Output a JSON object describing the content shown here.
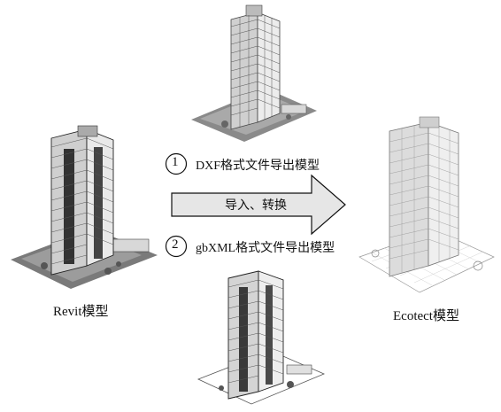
{
  "labels": {
    "revit": "Revit模型",
    "ecotect": "Ecotect模型",
    "arrow": "导入、转换",
    "step1": {
      "num": "1",
      "text": "DXF格式文件导出模型"
    },
    "step2": {
      "num": "2",
      "text": "gbXML格式文件导出模型"
    }
  },
  "colors": {
    "arrow_fill": "#e6e6e6",
    "line": "#111111",
    "ground_dark": "#7a7a7a",
    "ground_mid": "#b5b5b5"
  }
}
